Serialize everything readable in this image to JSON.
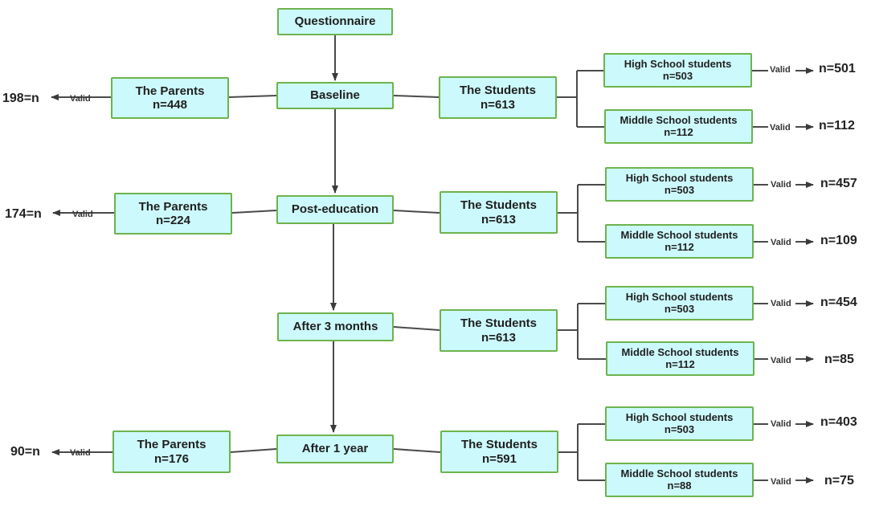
{
  "valid_label": "Valid",
  "questionnaire": "Questionnaire",
  "stages": [
    {
      "name": "Baseline",
      "parents": {
        "label": "The Parents",
        "n": "n=448",
        "result": "198=n"
      },
      "students": {
        "label": "The Students",
        "n": "n=613"
      },
      "high": {
        "label": "High School students",
        "n": "n=503",
        "result": "n=501"
      },
      "middle": {
        "label": "Middle School students",
        "n": "n=112",
        "result": "n=112"
      }
    },
    {
      "name": "Post-education",
      "parents": {
        "label": "The Parents",
        "n": "n=224",
        "result": "174=n"
      },
      "students": {
        "label": "The Students",
        "n": "n=613"
      },
      "high": {
        "label": "High School students",
        "n": "n=503",
        "result": "n=457"
      },
      "middle": {
        "label": "Middle School students",
        "n": "n=112",
        "result": "n=109"
      }
    },
    {
      "name": "After 3 months",
      "parents": null,
      "students": {
        "label": "The Students",
        "n": "n=613"
      },
      "high": {
        "label": "High School students",
        "n": "n=503",
        "result": "n=454"
      },
      "middle": {
        "label": "Middle School students",
        "n": "n=112",
        "result": "n=85"
      }
    },
    {
      "name": "After 1 year",
      "parents": {
        "label": "The Parents",
        "n": "n=176",
        "result": "90=n"
      },
      "students": {
        "label": "The Students",
        "n": "n=591"
      },
      "high": {
        "label": "High School students",
        "n": "n=503",
        "result": "n=403"
      },
      "middle": {
        "label": "Middle School students",
        "n": "n=88",
        "result": "n=75"
      }
    }
  ]
}
